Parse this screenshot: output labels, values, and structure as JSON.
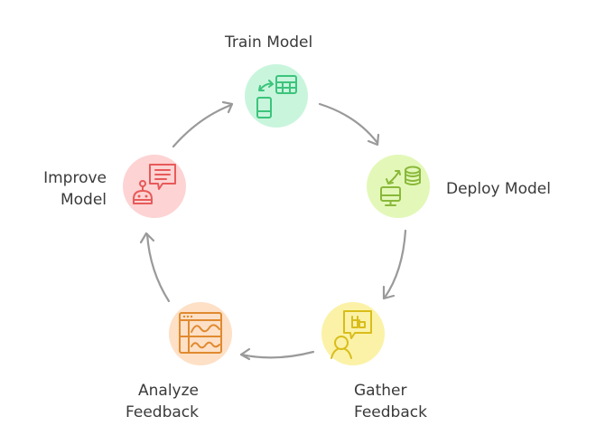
{
  "diagram": {
    "type": "cycle",
    "colors": {
      "arrow": "#9a9a9a",
      "label_text": "#3a3a3a"
    },
    "steps": [
      {
        "id": "train",
        "label_lines": [
          "Train Model"
        ],
        "icon": "phone-table-sync-icon",
        "fill": "#c9f5dd",
        "stroke": "#3cc47c"
      },
      {
        "id": "deploy",
        "label_lines": [
          "Deploy Model"
        ],
        "icon": "monitor-database-sync-icon",
        "fill": "#e3f8b8",
        "stroke": "#8ab83a"
      },
      {
        "id": "gather",
        "label_lines": [
          "Gather",
          "Feedback"
        ],
        "icon": "person-speech-bubble-icon",
        "fill": "#fbf2a8",
        "stroke": "#d9bd1a"
      },
      {
        "id": "analyze",
        "label_lines": [
          "Analyze",
          "Feedback"
        ],
        "icon": "browser-waveform-icon",
        "fill": "#fde0c6",
        "stroke": "#e08a30"
      },
      {
        "id": "improve",
        "label_lines": [
          "Improve",
          "Model"
        ],
        "icon": "robot-chat-icon",
        "fill": "#fdd3d3",
        "stroke": "#e85a5a"
      }
    ],
    "connections": [
      {
        "from": "train",
        "to": "deploy"
      },
      {
        "from": "deploy",
        "to": "gather"
      },
      {
        "from": "gather",
        "to": "analyze"
      },
      {
        "from": "analyze",
        "to": "improve"
      },
      {
        "from": "improve",
        "to": "train"
      }
    ]
  }
}
